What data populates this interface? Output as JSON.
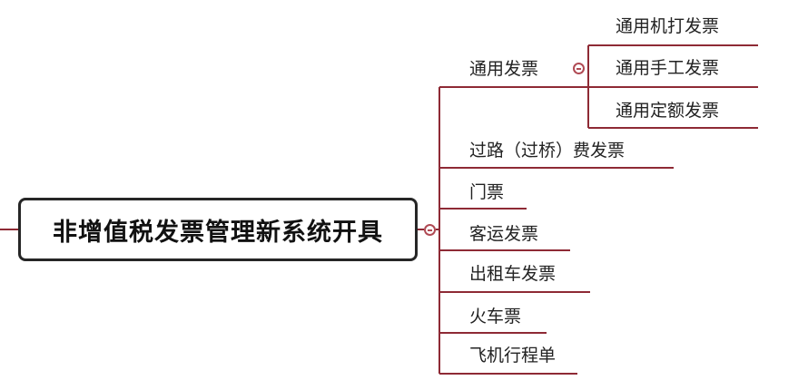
{
  "colors": {
    "branch": "#8e2a35",
    "accent": "#b04a54",
    "root_border": "#262626",
    "text": "#222222"
  },
  "root": {
    "label": "非增值税发票管理新系统开具"
  },
  "branches": [
    {
      "label": "通用发票",
      "children": [
        "通用机打发票",
        "通用手工发票",
        "通用定额发票"
      ]
    },
    {
      "label": "过路（过桥）费发票"
    },
    {
      "label": "门票"
    },
    {
      "label": "客运发票"
    },
    {
      "label": "出租车发票"
    },
    {
      "label": "火车票"
    },
    {
      "label": "飞机行程单"
    }
  ],
  "icons": {
    "collapse": "collapse-circle-icon"
  }
}
